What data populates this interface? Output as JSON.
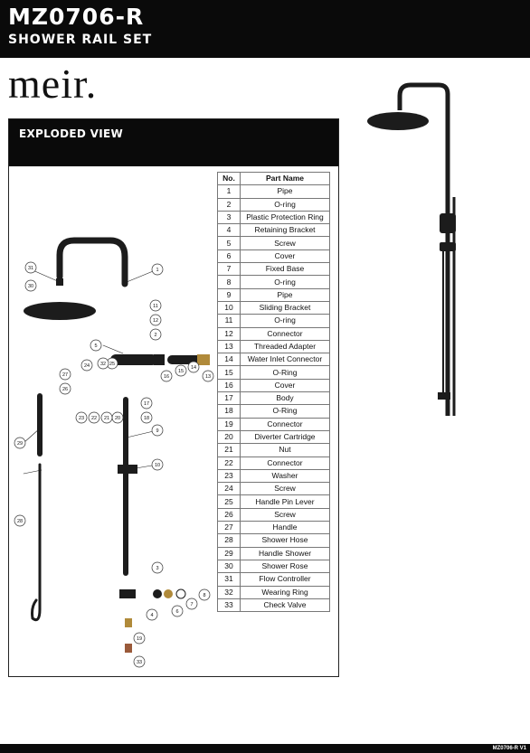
{
  "header": {
    "model": "MZ0706-R",
    "subtitle": "SHOWER RAIL SET"
  },
  "brand": {
    "logo_text": "meir."
  },
  "exploded_view": {
    "title": "EXPLODED VIEW",
    "callouts": [
      "1",
      "2",
      "3",
      "4",
      "5",
      "6",
      "7",
      "8",
      "9",
      "10",
      "11",
      "12",
      "13",
      "14",
      "15",
      "16",
      "17",
      "18",
      "19",
      "20",
      "21",
      "22",
      "23",
      "24",
      "25",
      "26",
      "27",
      "28",
      "29",
      "30",
      "31",
      "32",
      "33"
    ]
  },
  "parts_table": {
    "headers": [
      "No.",
      "Part Name"
    ],
    "rows": [
      {
        "no": "1",
        "name": "Pipe"
      },
      {
        "no": "2",
        "name": "O-ring"
      },
      {
        "no": "3",
        "name": "Plastic Protection Ring"
      },
      {
        "no": "4",
        "name": "Retaining Bracket"
      },
      {
        "no": "5",
        "name": "Screw"
      },
      {
        "no": "6",
        "name": "Cover"
      },
      {
        "no": "7",
        "name": "Fixed Base"
      },
      {
        "no": "8",
        "name": "O-ring"
      },
      {
        "no": "9",
        "name": "Pipe"
      },
      {
        "no": "10",
        "name": "Sliding Bracket"
      },
      {
        "no": "11",
        "name": "O-ring"
      },
      {
        "no": "12",
        "name": "Connector"
      },
      {
        "no": "13",
        "name": "Threaded Adapter"
      },
      {
        "no": "14",
        "name": "Water Inlet Connector"
      },
      {
        "no": "15",
        "name": "O-Ring"
      },
      {
        "no": "16",
        "name": "Cover"
      },
      {
        "no": "17",
        "name": "Body"
      },
      {
        "no": "18",
        "name": "O-Ring"
      },
      {
        "no": "19",
        "name": "Connector"
      },
      {
        "no": "20",
        "name": "Diverter Cartridge"
      },
      {
        "no": "21",
        "name": "Nut"
      },
      {
        "no": "22",
        "name": "Connector"
      },
      {
        "no": "23",
        "name": "Washer"
      },
      {
        "no": "24",
        "name": "Screw"
      },
      {
        "no": "25",
        "name": "Handle Pin Lever"
      },
      {
        "no": "26",
        "name": "Screw"
      },
      {
        "no": "27",
        "name": "Handle"
      },
      {
        "no": "28",
        "name": "Shower Hose"
      },
      {
        "no": "29",
        "name": "Handle Shower"
      },
      {
        "no": "30",
        "name": "Shower Rose"
      },
      {
        "no": "31",
        "name": "Flow Controller"
      },
      {
        "no": "32",
        "name": "Wearing Ring"
      },
      {
        "no": "33",
        "name": "Check Valve"
      }
    ]
  },
  "footer": {
    "code": "MZ0706-R V1"
  },
  "colors": {
    "band": "#0a0a0a",
    "finish": "#1c1c1c",
    "brass": "#b08a3a",
    "copper": "#9a5a3a"
  }
}
